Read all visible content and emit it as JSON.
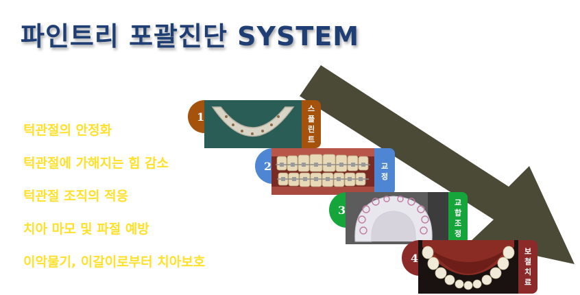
{
  "title": "파인트리 포괄진단 SYSTEM",
  "benefits": [
    "턱관절의 안정화",
    "턱관절에 가해지는 힘 감소",
    "턱관절 조직의 적응",
    "치아 마모 및 파절 예방",
    "이악물기, 이갈이로부터 치아보호"
  ],
  "steps": [
    {
      "number": "1",
      "label": [
        "스",
        "플",
        "린",
        "트"
      ],
      "color": "#a5520d"
    },
    {
      "number": "2",
      "label": [
        "교",
        "정"
      ],
      "color": "#4e86d3"
    },
    {
      "number": "3",
      "label": [
        "교",
        "합",
        "조",
        "정"
      ],
      "color": "#15a53a"
    },
    {
      "number": "4",
      "label": [
        "보",
        "철",
        "치",
        "료"
      ],
      "color": "#8c2a2a"
    }
  ],
  "colors": {
    "arrow": "#4b4a36",
    "title": "#1f3f74",
    "benefit_text": "#ffe02a"
  }
}
